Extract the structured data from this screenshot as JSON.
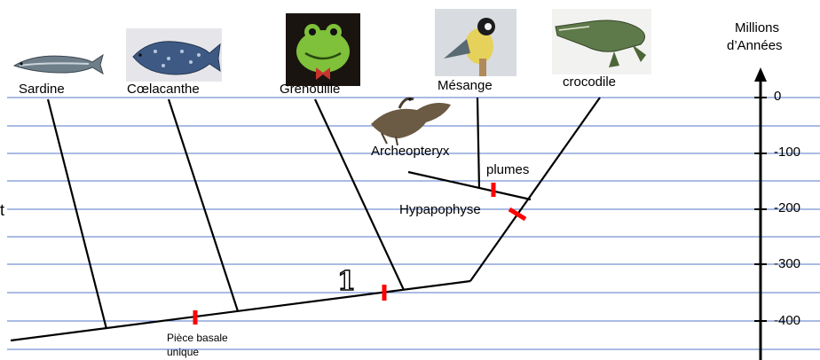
{
  "axis": {
    "title_line1": "Millions",
    "title_line2": "d’Années",
    "ticks": [
      "0",
      "-100",
      "-200",
      "-300",
      "-400"
    ]
  },
  "taxa": {
    "sardine": "Sardine",
    "coelacanthe": "Cœlacanthe",
    "grenouille": "Grenouille",
    "mesange": "Mésange",
    "crocodile": "crocodile",
    "archeopteryx": "Archeopteryx"
  },
  "characters": {
    "plumes": "plumes",
    "hypapophyse": "Hypapophyse",
    "piece_basale_line1": "Pièce basale",
    "piece_basale_line2": "unique",
    "node_marker": "1",
    "edge_fragment": "t"
  },
  "colors": {
    "grid": "#5577c8",
    "branch": "#000000",
    "marker": "#ff0000"
  }
}
